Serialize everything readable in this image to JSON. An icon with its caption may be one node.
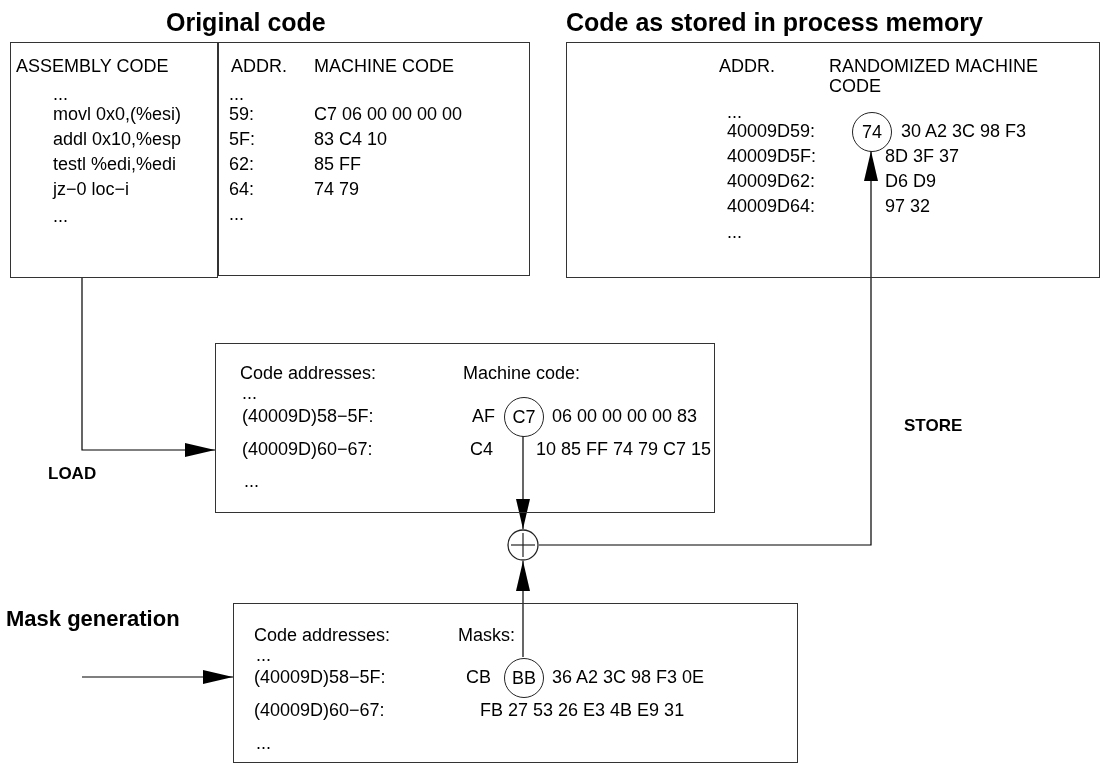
{
  "diagram": {
    "nodes": [
      {
        "text": [
          "ASSEMBLY CODE",
          "...",
          "movl 0x0,(%esi)",
          "addl 0x10,%esp",
          "testl %edi,%edi",
          "jz−0 loc−i",
          "..."
        ]
      },
      {
        "text": [
          "ADDR.",
          "MACHINE CODE",
          "...",
          "59:",
          "C7 06 00 00 00 00",
          "5F:",
          "83 C4 10",
          "62:",
          "85 FF",
          "64:",
          "74 79",
          "..."
        ]
      },
      {
        "text": [
          "ADDR.",
          "RANDOMIZED MACHINE CODE",
          "...",
          "40009D59:",
          "30 A2 3C 98 F3",
          "40009D5F:",
          "8D 3F 37",
          "40009D62:",
          "D6 D9",
          "40009D64:",
          "97  32",
          "..."
        ]
      },
      {
        "text": [
          "74"
        ],
        "in": 2
      },
      {
        "text": [
          "Code addresses:",
          "Machine code:",
          "...",
          "(40009D)58−5F:",
          "AF",
          "06  00  00 00  00 83",
          "(40009D)60−67:",
          "C4",
          "10  85  FF  74 79 C7 15",
          "..."
        ]
      },
      {
        "text": [
          "C7"
        ],
        "in": 4
      },
      {
        "text": [],
        "shape": "circle"
      },
      {
        "text": [
          "Code addresses:",
          "Masks:",
          "...",
          "(40009D)58−5F:",
          "CB",
          "36 A2 3C 98 F3 0E",
          "(40009D)60−67:",
          "FB  27  53 26  E3 4B E9 31",
          "..."
        ]
      },
      {
        "text": [
          "BB"
        ],
        "in": 7
      }
    ],
    "edges": [
      {
        "from": 0,
        "to": 4,
        "arrow": "to",
        "label": "LOAD"
      },
      {
        "from": 5,
        "to": 6,
        "arrow": "to"
      },
      {
        "from": 8,
        "to": 6,
        "arrow": "to"
      },
      {
        "from": 6,
        "to": 3,
        "arrow": "to",
        "label": "STORE"
      },
      {
        "from": null,
        "to": 7,
        "arrow": "to",
        "label": "Mask generation"
      }
    ],
    "labels": [
      "Original code",
      "Code as stored in process memory"
    ]
  }
}
